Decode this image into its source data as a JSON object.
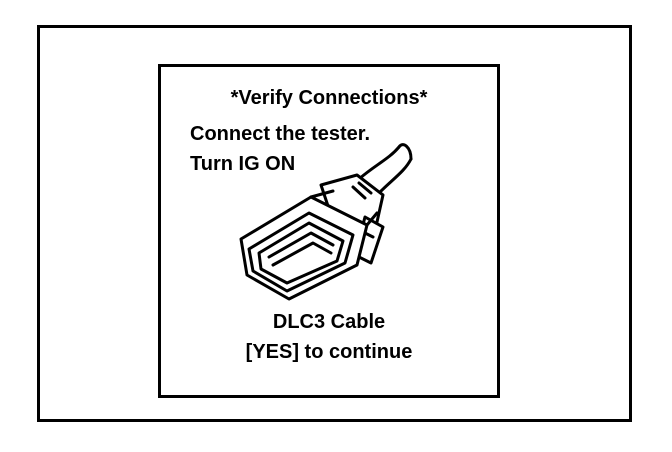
{
  "screen": {
    "title": "*Verify Connections*",
    "instructions": [
      "Connect the tester.",
      "Turn IG ON"
    ],
    "caption": {
      "part_name": "DLC3 Cable",
      "prompt": "[YES] to continue"
    }
  },
  "illustration": {
    "icon": "dlc3-cable-connector-icon",
    "line_color": "#000000",
    "fill_color": "#ffffff"
  }
}
